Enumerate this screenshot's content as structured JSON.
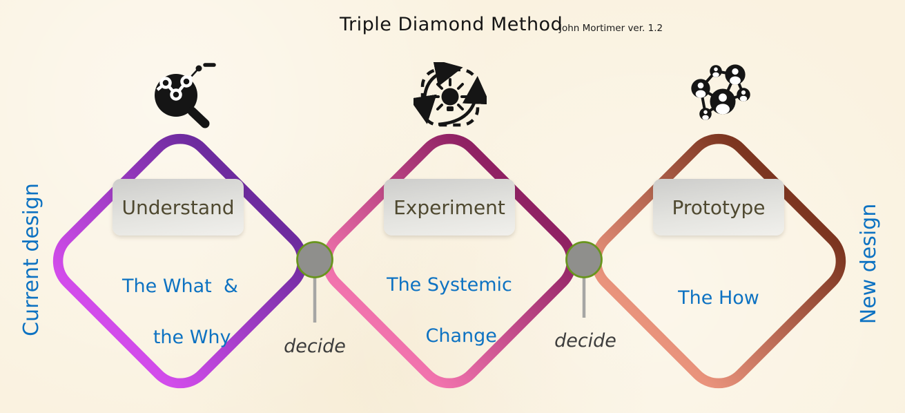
{
  "title": "Triple Diamond Method",
  "subtitle": "John Mortimer ver. 1.2",
  "side_labels": {
    "left": "Current design",
    "right": "New design"
  },
  "diamonds": [
    {
      "label": "Understand",
      "description_lines": [
        "The What  &",
        "the Why"
      ],
      "gradient": [
        "#d24ceb",
        "#6d2b9e"
      ],
      "icon": "magnifier-analytics-icon"
    },
    {
      "label": "Experiment",
      "description_lines": [
        "The Systemic",
        "Change"
      ],
      "gradient": [
        "#f173ad",
        "#8f2163"
      ],
      "icon": "orbit-idea-icon"
    },
    {
      "label": "Prototype",
      "description_lines": [
        "The How"
      ],
      "gradient": [
        "#e9937c",
        "#7c3520"
      ],
      "icon": "people-network-icon"
    }
  ],
  "decision_points": [
    {
      "label": "decide"
    },
    {
      "label": "decide"
    }
  ],
  "colors": {
    "background": "#faf2e0",
    "accent_blue": "#0d72c2",
    "plaque_text": "#4f4930",
    "decide_text": "#3d3d3d",
    "junction_fill": "#8f8f8c",
    "junction_border": "#68951d",
    "connector_gray": "#a6a6a4",
    "icon_black": "#151515"
  }
}
